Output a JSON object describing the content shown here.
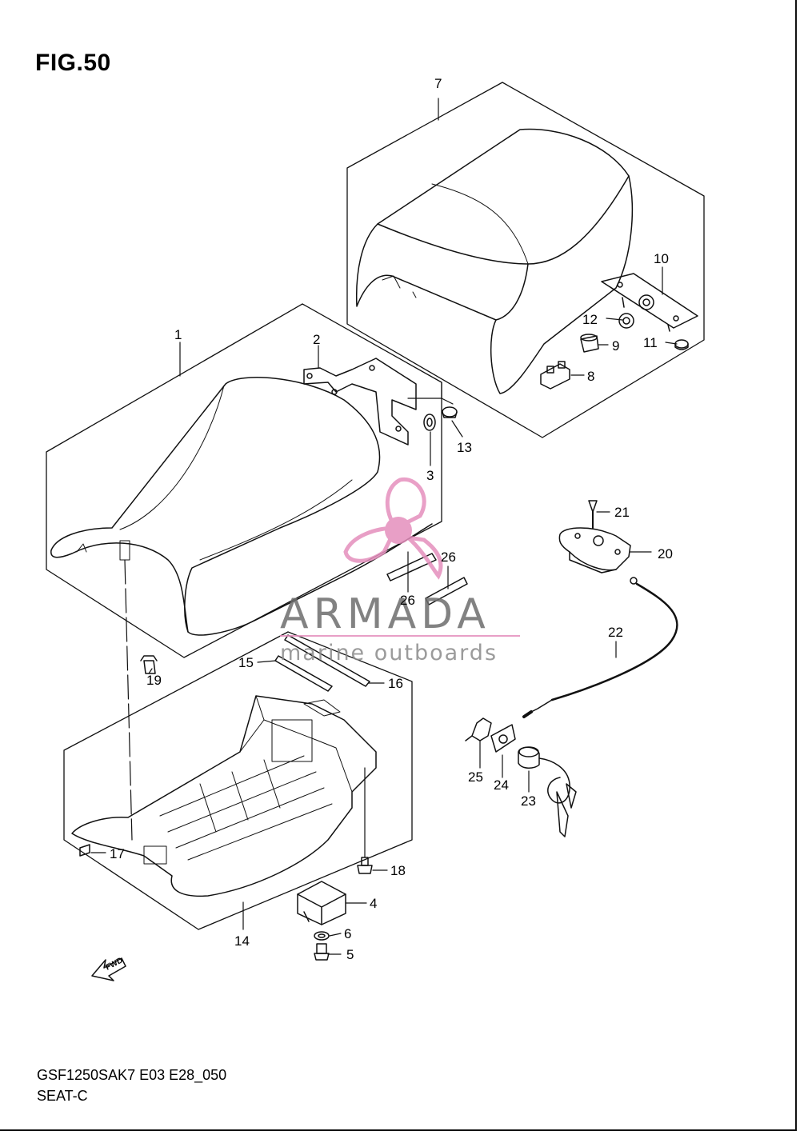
{
  "figure": {
    "title": "FIG.50",
    "model_code": "GSF1250SAK7 E03 E28_050",
    "section": "SEAT-C",
    "fwd_label": "FWD"
  },
  "watermark": {
    "brand": "ARMADA",
    "tagline": "marine outboards",
    "color_pink": "#e58fbd",
    "color_grey": "#6d6d6d"
  },
  "callouts": [
    {
      "id": "c1",
      "label": "1"
    },
    {
      "id": "c2",
      "label": "2"
    },
    {
      "id": "c3",
      "label": "3"
    },
    {
      "id": "c4",
      "label": "4"
    },
    {
      "id": "c5",
      "label": "5"
    },
    {
      "id": "c6",
      "label": "6"
    },
    {
      "id": "c7",
      "label": "7"
    },
    {
      "id": "c8",
      "label": "8"
    },
    {
      "id": "c9",
      "label": "9"
    },
    {
      "id": "c10",
      "label": "10"
    },
    {
      "id": "c11",
      "label": "11"
    },
    {
      "id": "c12",
      "label": "12"
    },
    {
      "id": "c13",
      "label": "13"
    },
    {
      "id": "c14",
      "label": "14"
    },
    {
      "id": "c15",
      "label": "15"
    },
    {
      "id": "c16",
      "label": "16"
    },
    {
      "id": "c17",
      "label": "17"
    },
    {
      "id": "c18",
      "label": "18"
    },
    {
      "id": "c19",
      "label": "19"
    },
    {
      "id": "c20",
      "label": "20"
    },
    {
      "id": "c21",
      "label": "21"
    },
    {
      "id": "c22",
      "label": "22"
    },
    {
      "id": "c23",
      "label": "23"
    },
    {
      "id": "c24",
      "label": "24"
    },
    {
      "id": "c25",
      "label": "25"
    },
    {
      "id": "c26a",
      "label": "26"
    },
    {
      "id": "c26b",
      "label": "26"
    }
  ]
}
